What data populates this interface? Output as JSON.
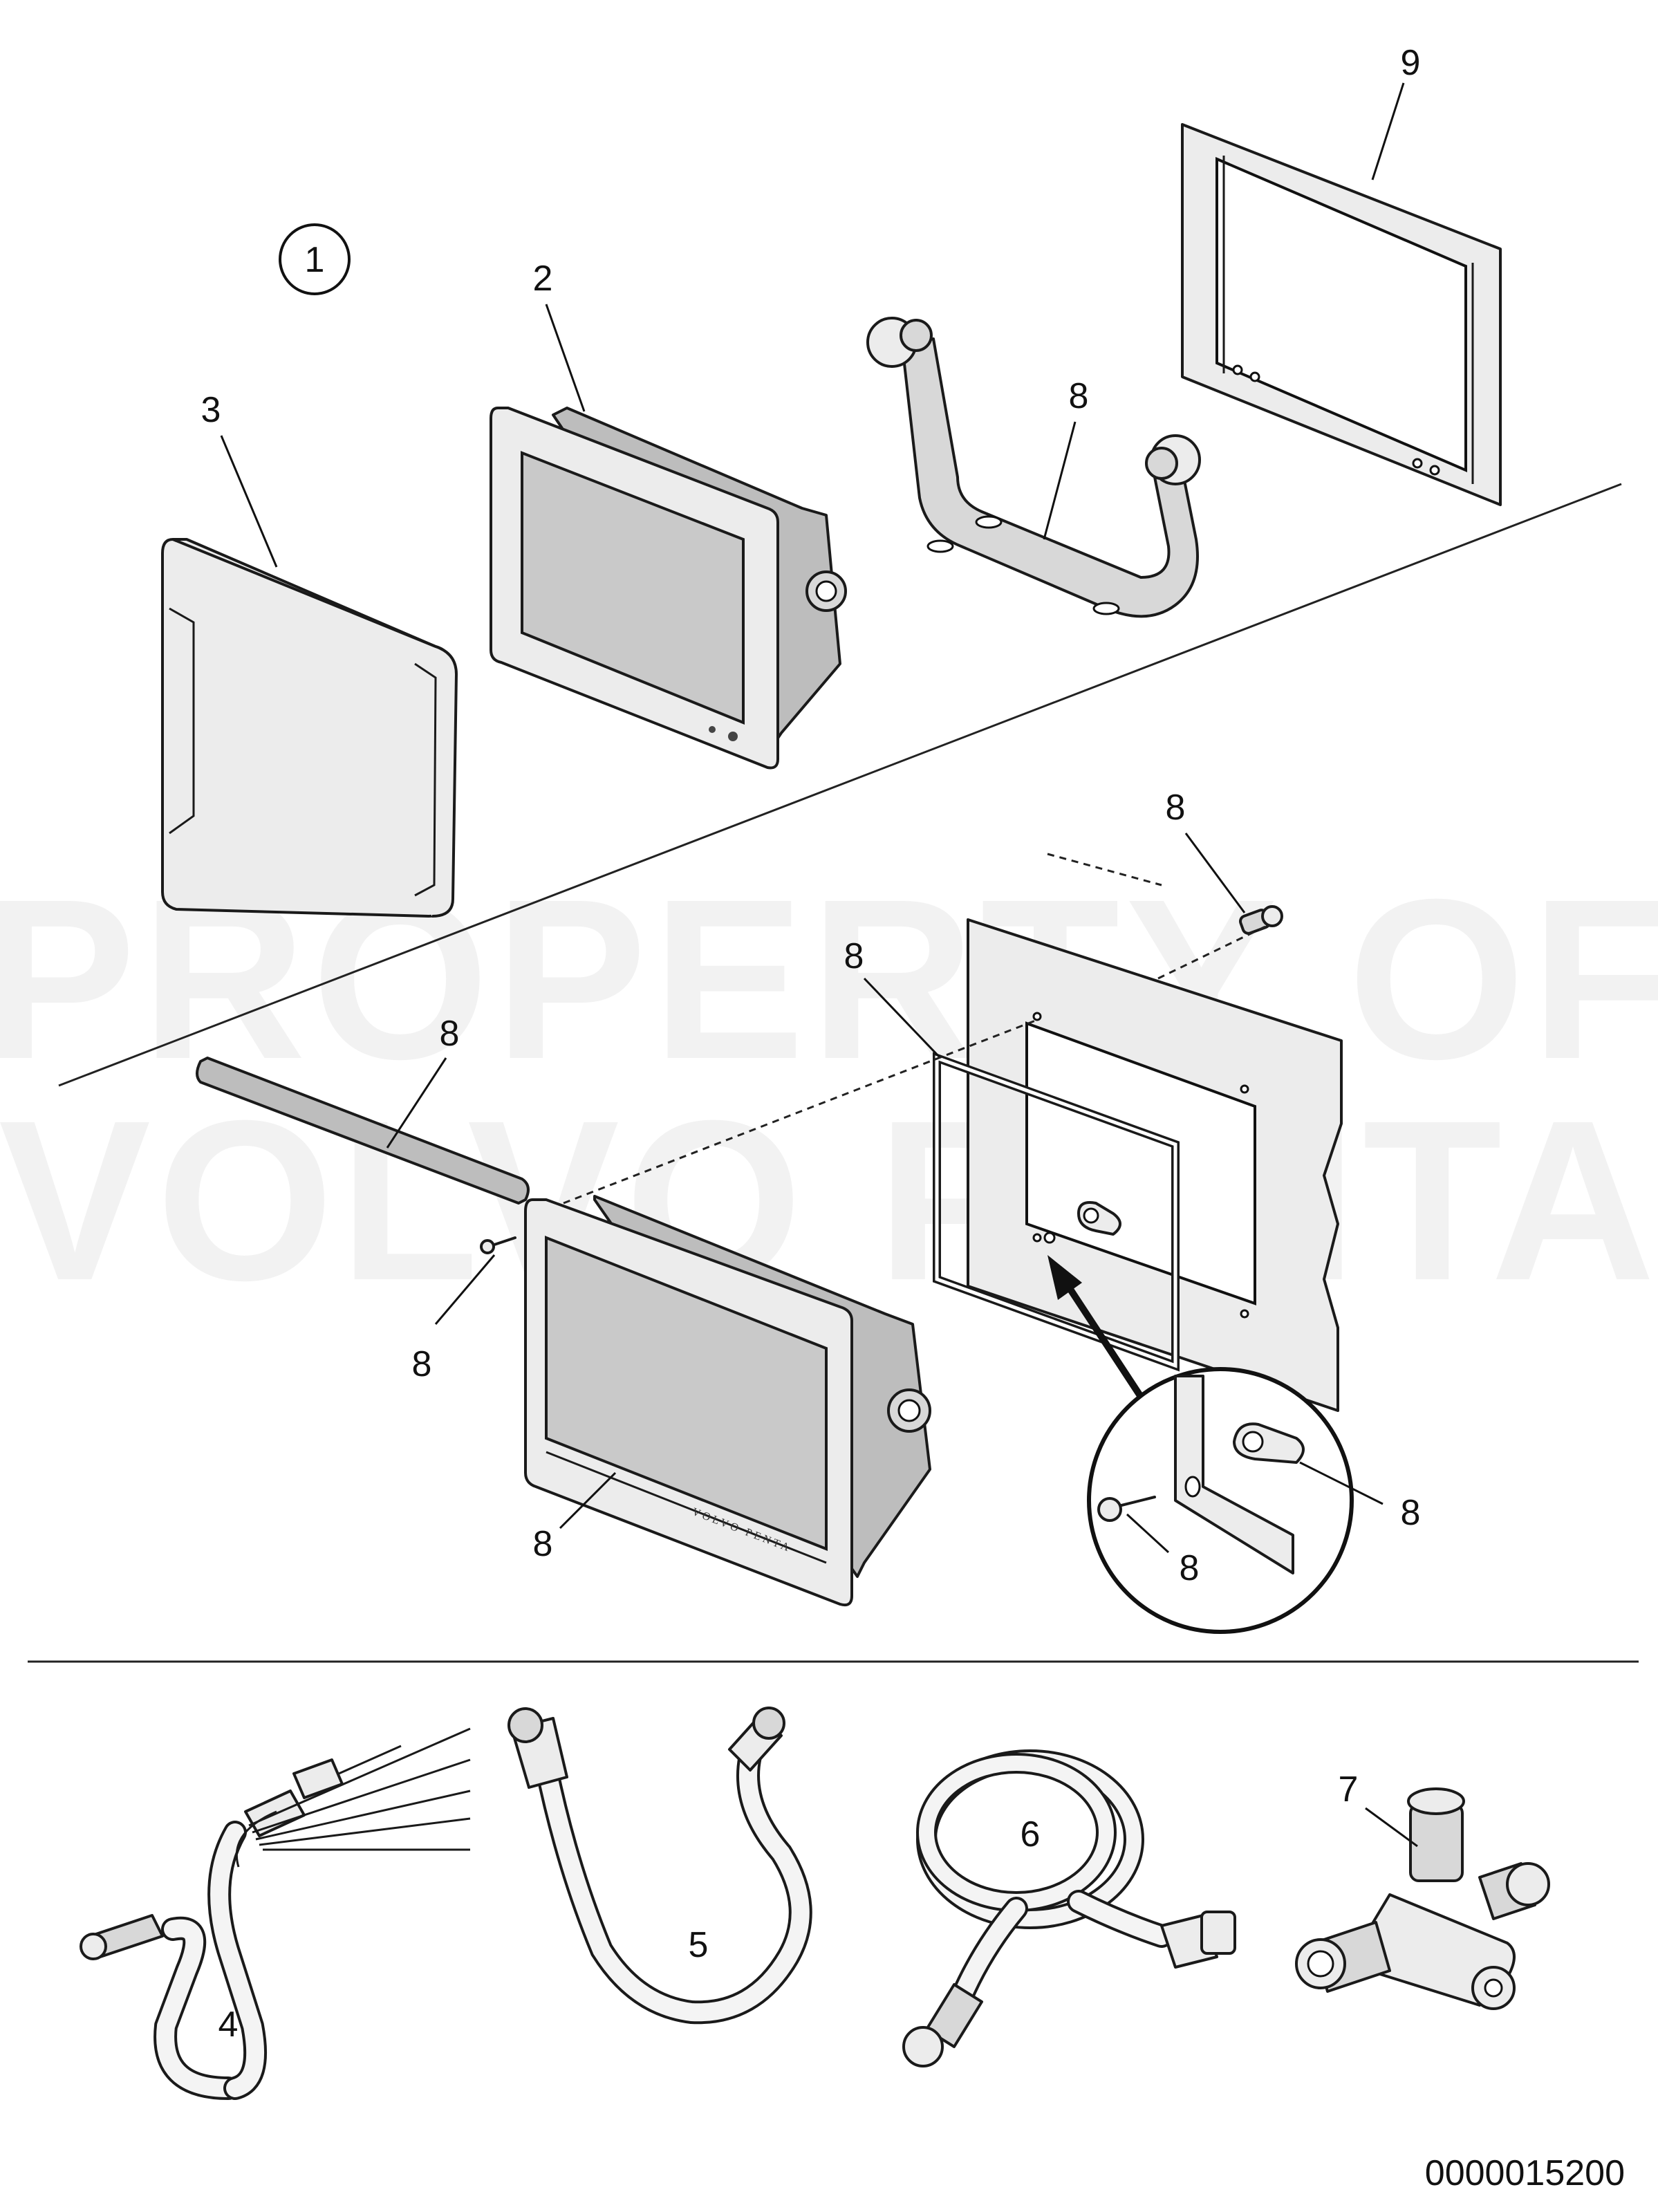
{
  "watermark": {
    "line1": "PROPERTY OF",
    "line2": "VOLVO PENTA"
  },
  "callouts": {
    "c1": "1",
    "c2": "2",
    "c3": "3",
    "c4": "4",
    "c5": "5",
    "c6": "6",
    "c7": "7",
    "c9": "9",
    "c8_bracket": "8",
    "c8_nut": "8",
    "c8_gasket": "8",
    "c8_trim": "8",
    "c8_screw": "8",
    "c8_bezel": "8",
    "c8_clip": "8",
    "c8_bolt": "8"
  },
  "bezel_brand": "VOLVO PENTA",
  "drawing_number": "0000015200"
}
